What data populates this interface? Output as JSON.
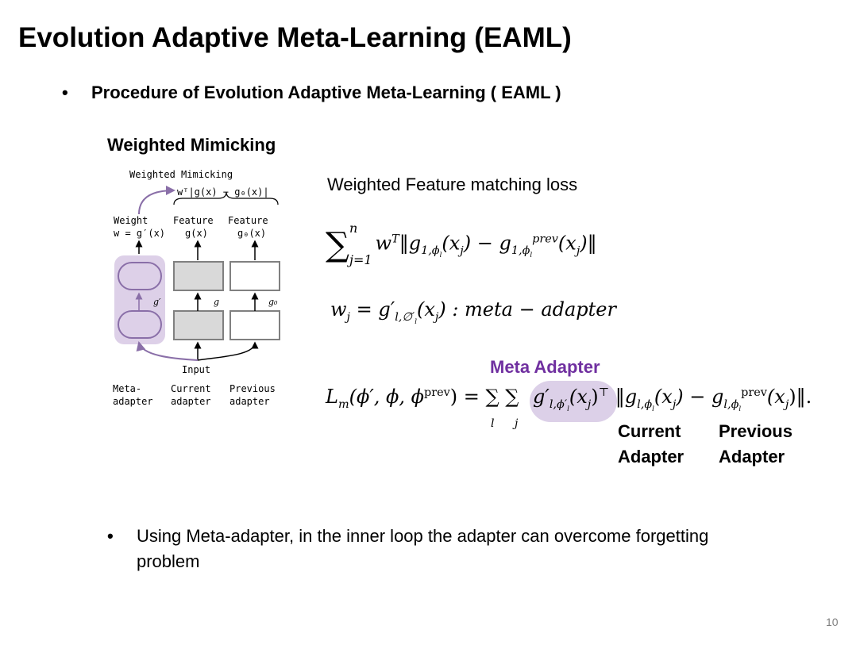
{
  "title": "Evolution Adaptive Meta-Learning (EAML)",
  "bullet_main": "Procedure of Evolution Adaptive Meta-Learning ( EAML )",
  "bullet_glyph": "•",
  "section_heading": "Weighted Mimicking",
  "diagram": {
    "top_label": "Weighted Mimicking",
    "top_formula": "wᵀ|g(x) − g₀(x)|",
    "col1_label_line1": "Weight",
    "col1_label_line2": "w = g′(x)",
    "col2_label_line1": "Feature",
    "col2_label_line2": "g(x)",
    "col3_label_line1": "Feature",
    "col3_label_line2": "g₀(x)",
    "col1_arrow_label": "g′",
    "col2_arrow_label": "g",
    "col3_arrow_label": "g₀",
    "input_label": "Input",
    "bottom1_line1": "Meta-",
    "bottom1_line2": "adapter",
    "bottom2_line1": "Current",
    "bottom2_line2": "adapter",
    "bottom3_line1": "Previous",
    "bottom3_line2": "adapter",
    "colors": {
      "meta": "#8a6fa8",
      "meta_fill": "#ddd0e8",
      "gray_fill": "#d9d9d9",
      "box_stroke": "#808080"
    }
  },
  "weighted_loss_label": "Weighted Feature matching loss",
  "eq1": {
    "sum": "∑",
    "upper": "n",
    "lower": "j=1",
    "body_a": "w",
    "body_a_sup": "T",
    "body_b": "‖g",
    "sub1": "1,ϕ",
    "sub1b": "l",
    "body_c": "(x",
    "sub_j": "j",
    "body_d": ") − g",
    "sub2": "1,ϕ",
    "sub2b": "l",
    "sup2": "prev",
    "body_e": "(x",
    "sub_j2": "j",
    "body_f": ")‖"
  },
  "eq2": {
    "lhs": "w",
    "lhs_sub": "j",
    "mid": " = g′",
    "mid_sub": "l,∅′",
    "mid_sub2": "l",
    "rhs": "(x",
    "rhs_sub": "j",
    "tail": ") : meta − adapter"
  },
  "meta_adapter_label": "Meta Adapter",
  "eq3": {
    "lhs": "L",
    "lhs_sub": "m",
    "args": "(ϕ′, ϕ, ϕ",
    "args_sup": "prev",
    "eq": ") = ∑ ∑ ",
    "idx_l": "l",
    "idx_j": "j",
    "g_meta": "g′",
    "g_meta_sub": "l,ϕ′",
    "g_meta_sub2": "l",
    "g_meta_arg": "(x",
    "g_meta_arg_sub": "j",
    "g_meta_close": ")",
    "transpose": "⊤",
    "norm_open": " ‖g",
    "g_cur_sub": "l,ϕ",
    "g_cur_sub2": "l",
    "g_cur_arg": "(x",
    "g_cur_arg_sub": "j",
    "minus": ") − g",
    "g_prev_sub": "l,ϕ",
    "g_prev_sub2": "l",
    "g_prev_sup": "prev",
    "g_prev_arg": "(x",
    "g_prev_arg_sub": "j",
    "close": ")‖."
  },
  "current_label_line1": "Current",
  "current_label_line2": "Adapter",
  "previous_label_line1": "Previous",
  "previous_label_line2": "Adapter",
  "bullet_second": "Using Meta-adapter, in the inner loop the adapter can overcome forgetting problem",
  "page_number": "10"
}
